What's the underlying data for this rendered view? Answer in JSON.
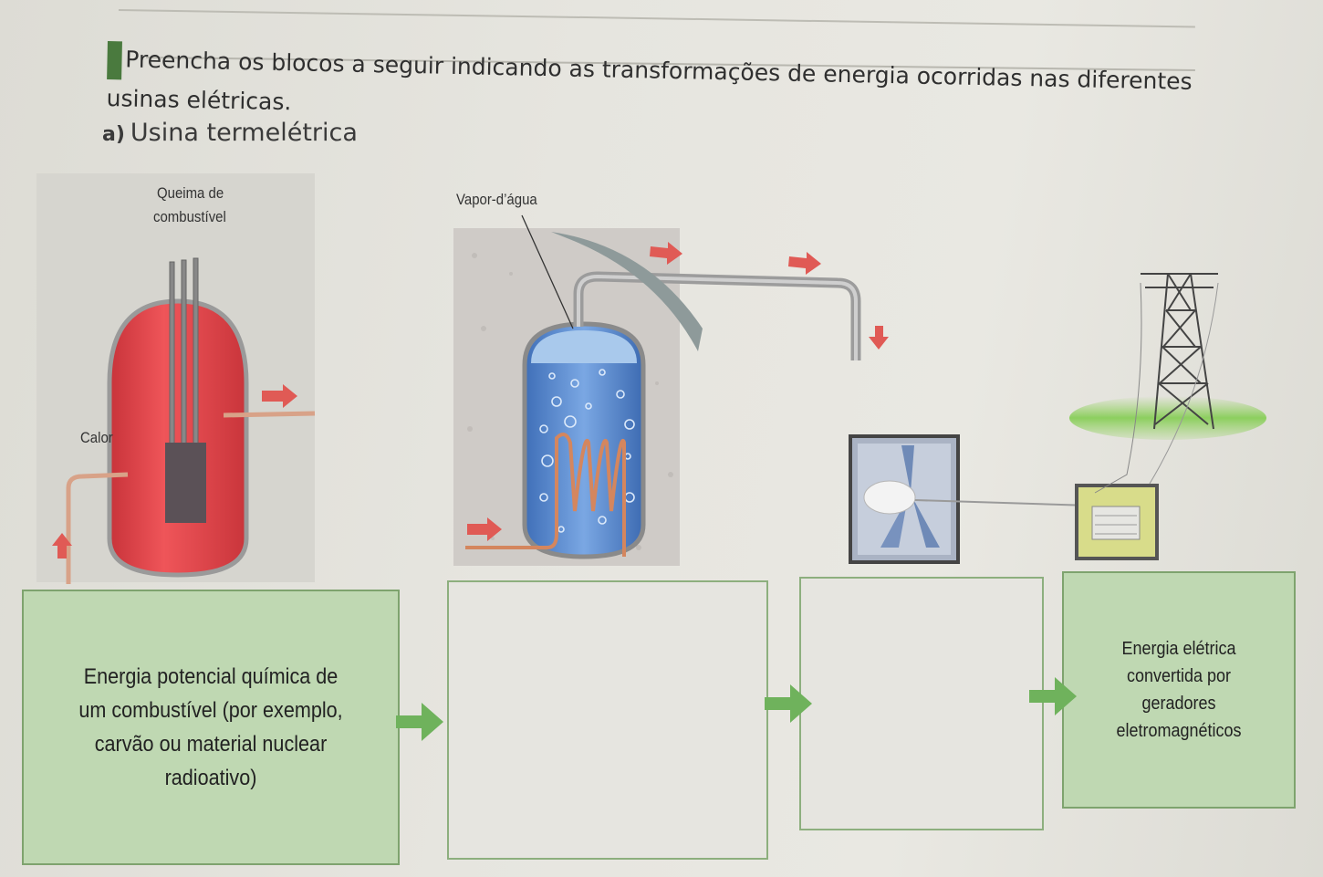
{
  "exercise": {
    "text_line1": "Preencha os blocos a seguir indicando as transformações de energia ocorridas nas diferentes",
    "text_line2": "usinas elétricas."
  },
  "section": {
    "letter": "a)",
    "title": "Usina termelétrica"
  },
  "diagram_labels": {
    "queima": "Queima de",
    "combustivel": "combustível",
    "calor": "Calor",
    "vapor": "Vapor-d’água"
  },
  "blocks": [
    {
      "text": "Energia potencial química de um combustível (por exemplo, carvão ou material nuclear radioativo)"
    },
    {
      "text": ""
    },
    {
      "text": ""
    },
    {
      "text": "Energia elétrica convertida por geradores eletromagnéticos"
    }
  ],
  "colors": {
    "block_green": "#bfd8b2",
    "arrow_green": "#6fb25c",
    "arrow_red": "#e05a55",
    "reactor_red": "#e84a4e",
    "water_blue": "#5c8fd6"
  }
}
